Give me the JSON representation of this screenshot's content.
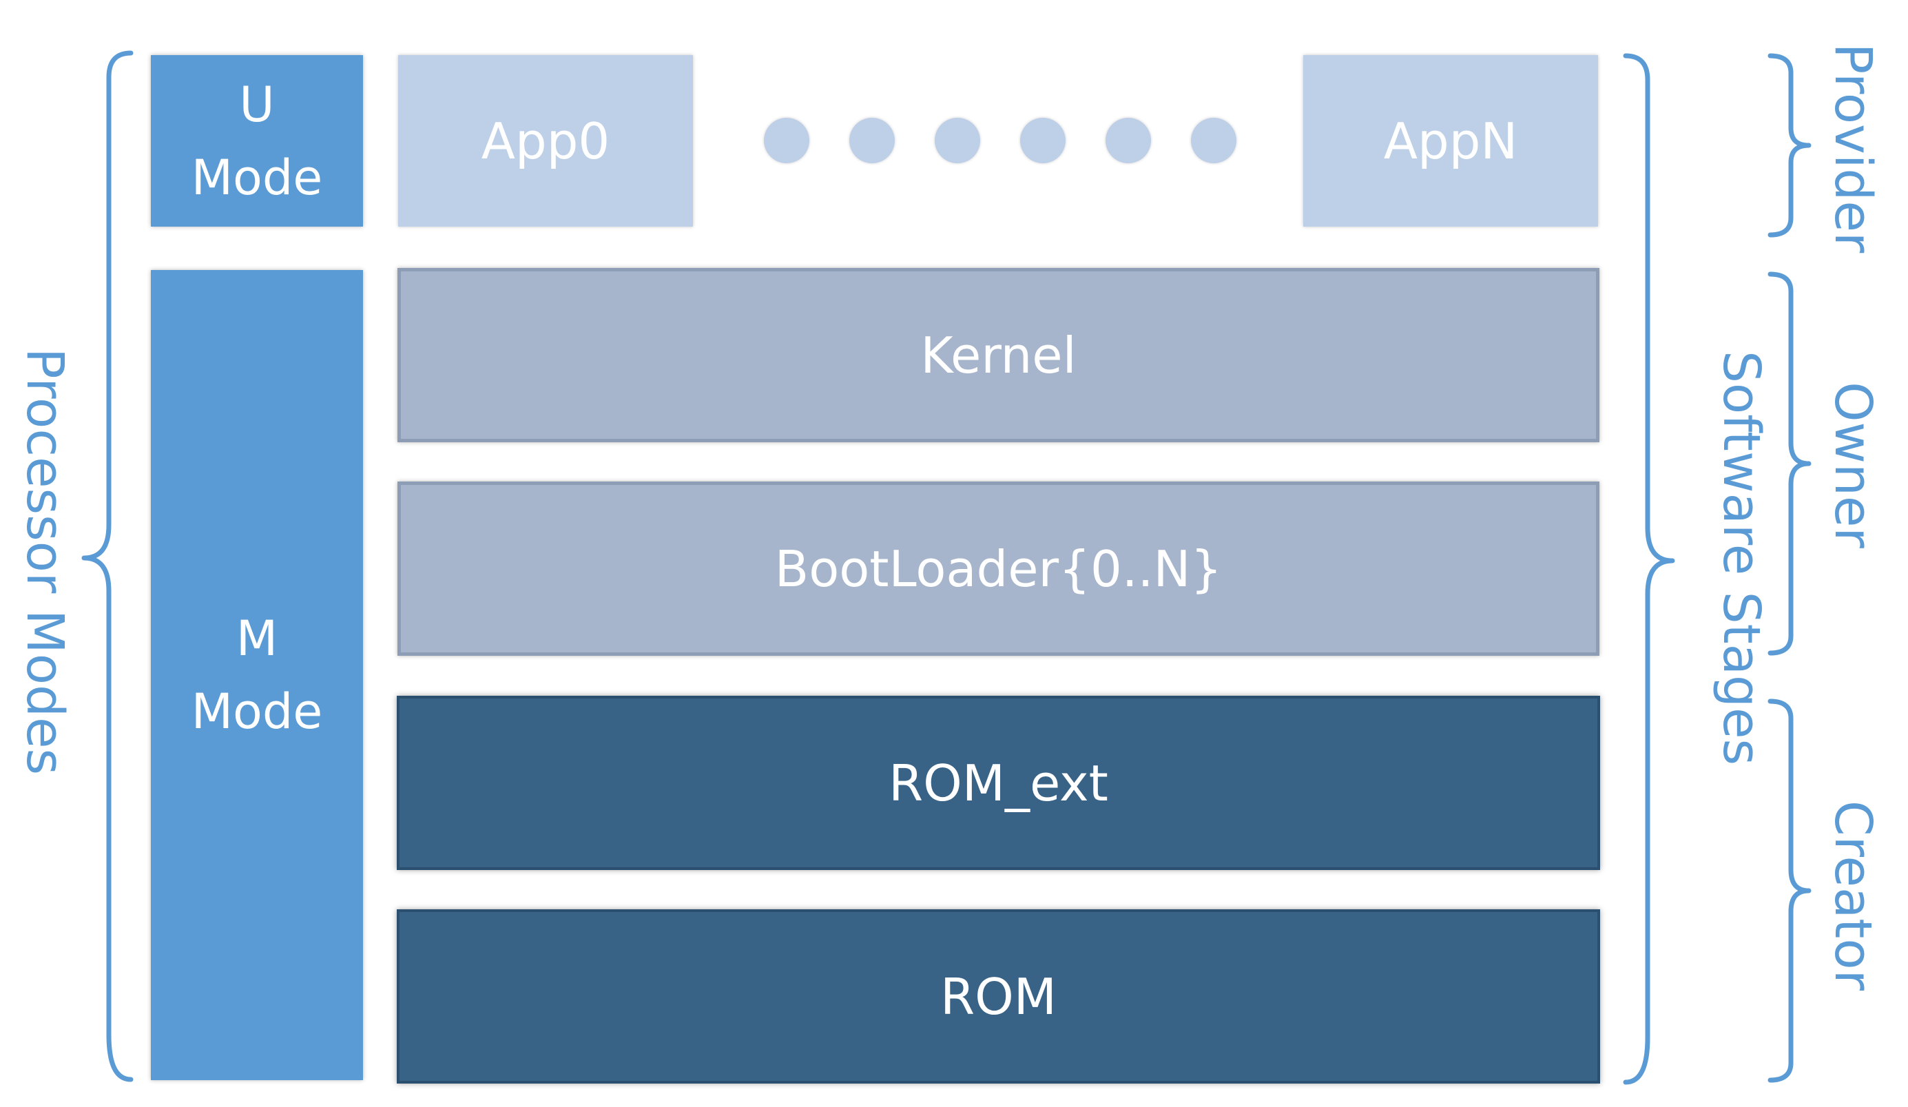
{
  "modes": {
    "u_mode": {
      "line1": "U",
      "line2": "Mode"
    },
    "m_mode": {
      "line1": "M",
      "line2": "Mode"
    }
  },
  "apps": {
    "first": "App0",
    "last": "AppN",
    "ellipsis_dot_count": 6
  },
  "stages": {
    "kernel": "Kernel",
    "bootloader": "BootLoader{0..N}",
    "rom_ext": "ROM_ext",
    "rom": "ROM"
  },
  "labels": {
    "processor_modes": "Processor Modes",
    "software_stages": "Software Stages",
    "provider": "Provider",
    "owner": "Owner",
    "creator": "Creator"
  },
  "colors": {
    "mode_blue": "#5b9bd5",
    "app_light": "#bdd0e8",
    "stage_gray_blue": "#a6b5cc",
    "stage_dark_blue": "#386387",
    "label_blue": "#5b9bd5"
  }
}
